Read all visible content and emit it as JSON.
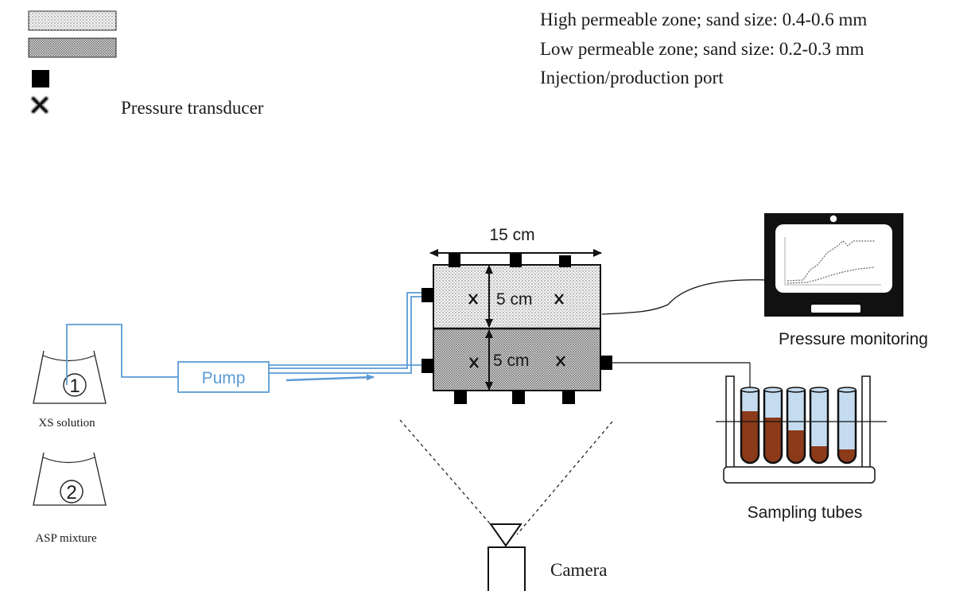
{
  "legend": {
    "high_zone": "High permeable zone; sand size: 0.4-0.6  mm",
    "low_zone": "Low permeable zone; sand size: 0.2-0.3 mm",
    "port": "Injection/production port",
    "transducer": "Pressure transducer"
  },
  "dimensions": {
    "width": "15 cm",
    "upper_height": "5 cm",
    "lower_height": "5 cm"
  },
  "pump_label": "Pump",
  "beakers": [
    {
      "number": "1",
      "name": "XS solution"
    },
    {
      "number": "2",
      "name": "ASP mixture"
    }
  ],
  "monitor_label": "Pressure monitoring",
  "sampling_label": "Sampling tubes",
  "camera_label": "Camera",
  "colors": {
    "flow_line": "#5b9bd5",
    "sample_fluid": "#8b3a1a",
    "tube_fill": "#c5dcf0",
    "line": "#111111"
  }
}
